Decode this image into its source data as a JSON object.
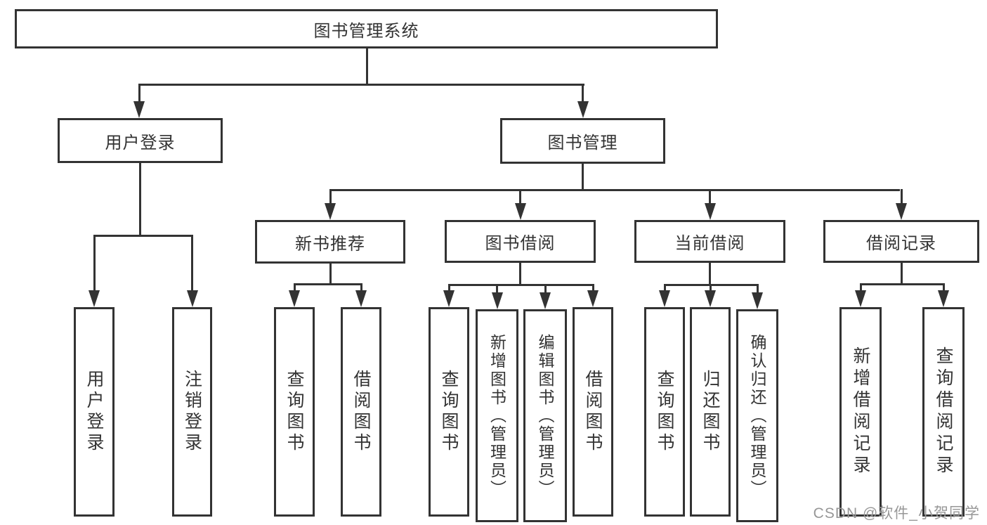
{
  "diagram": {
    "root_label": "图书管理系统",
    "level2": {
      "user_login": "用户登录",
      "book_mgmt": "图书管理"
    },
    "level3": {
      "new_book": "新书推荐",
      "book_borrow": "图书借阅",
      "current_borrow": "当前借阅",
      "borrow_records": "借阅记录"
    },
    "leaves": {
      "login": "用户登录",
      "logout": "注销登录",
      "nb_query": "查询图书",
      "nb_borrow": "借阅图书",
      "bb_query": "查询图书",
      "bb_add": "新增图书（管理员）",
      "bb_edit": "编辑图书（管理员）",
      "bb_borrow": "借阅图书",
      "cb_query": "查询图书",
      "cb_return": "归还图书",
      "cb_confirm": "确认归还（管理员）",
      "br_add": "新增借阅记录",
      "br_query": "查询借阅记录"
    }
  },
  "watermark": {
    "text": "CSDN @软件_小贺同学"
  },
  "colors": {
    "line": "#333333",
    "text": "#333333",
    "box_background": "#ffffff",
    "watermark": "#979797"
  }
}
